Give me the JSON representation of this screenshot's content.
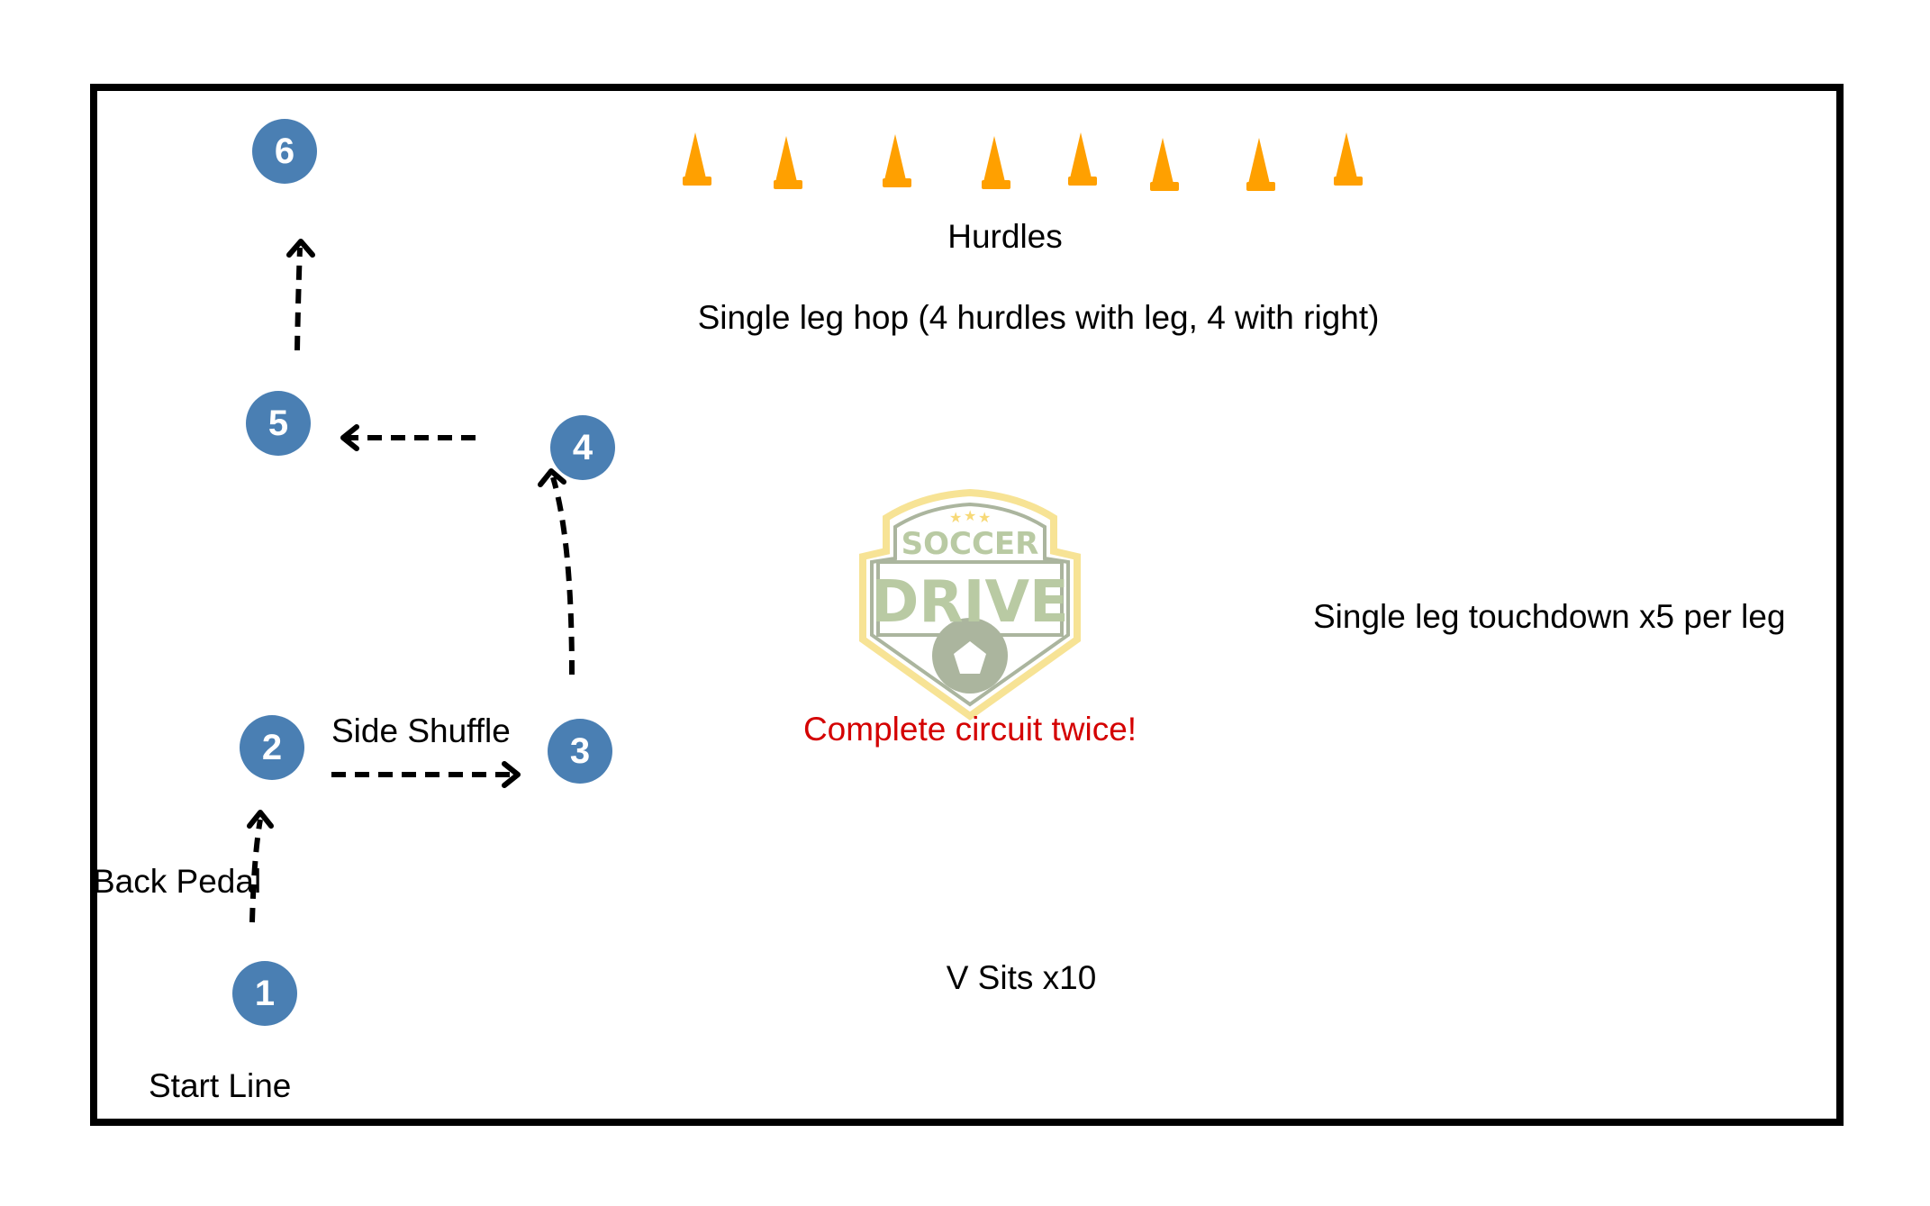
{
  "labels": {
    "hurdles": "Hurdles",
    "single_leg_hop": "Single leg hop (4 hurdles with leg, 4 with right)",
    "touchdown": "Single leg touchdown x5 per leg",
    "complete": "Complete circuit twice!",
    "v_sits": "V Sits x10",
    "side_shuffle": "Side Shuffle",
    "back_pedal": "Back Pedal",
    "start_line": "Start Line"
  },
  "markers": [
    "1",
    "2",
    "3",
    "4",
    "5",
    "6"
  ],
  "logo": {
    "top": "SOCCER",
    "main": "DRIVE"
  },
  "colors": {
    "marker": "#4a7fb3",
    "cone": "#ffa000",
    "highlight": "#d40000",
    "logo_green": "#b2c59a",
    "logo_gold": "#f7e08a"
  }
}
